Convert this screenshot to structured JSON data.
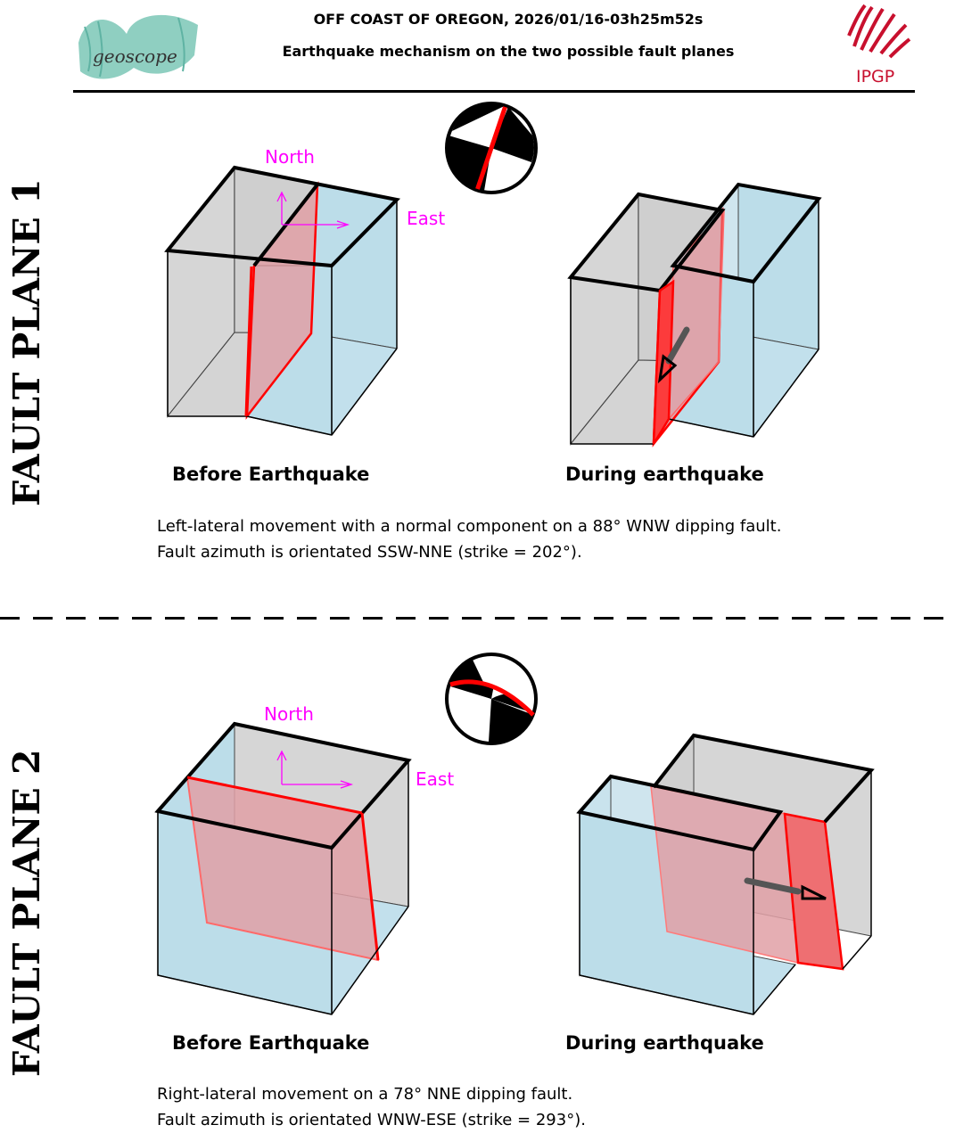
{
  "header": {
    "title_line1": "OFF COAST OF OREGON, 2026/01/16-03h25m52s",
    "title_line2": "Earthquake mechanism on the two possible fault planes",
    "logo_left_text": "geoscope",
    "logo_right_text": "IPGP"
  },
  "sections": [
    {
      "side_label": "FAULT PLANE 1",
      "north_label": "North",
      "east_label": "East",
      "before_caption": "Before Earthquake",
      "during_caption": "During earthquake",
      "description_line1": "Left-lateral movement with a normal component on a 88° WNW dipping fault.",
      "description_line2": "Fault azimuth is orientated SSW-NNE (strike = 202°)."
    },
    {
      "side_label": "FAULT PLANE 2",
      "north_label": "North",
      "east_label": "East",
      "before_caption": "Before Earthquake",
      "during_caption": "During earthquake",
      "description_line1": "Right-lateral movement on a 78° NNE dipping fault.",
      "description_line2": "Fault azimuth is orientated WNW-ESE (strike = 293°)."
    }
  ],
  "colors": {
    "block_gray": "#d6d6d6",
    "block_blue": "#bcdde9",
    "fault_fill": "#e3a2a8",
    "fault_line": "#ff0000",
    "direction_label": "#ff00ff"
  }
}
